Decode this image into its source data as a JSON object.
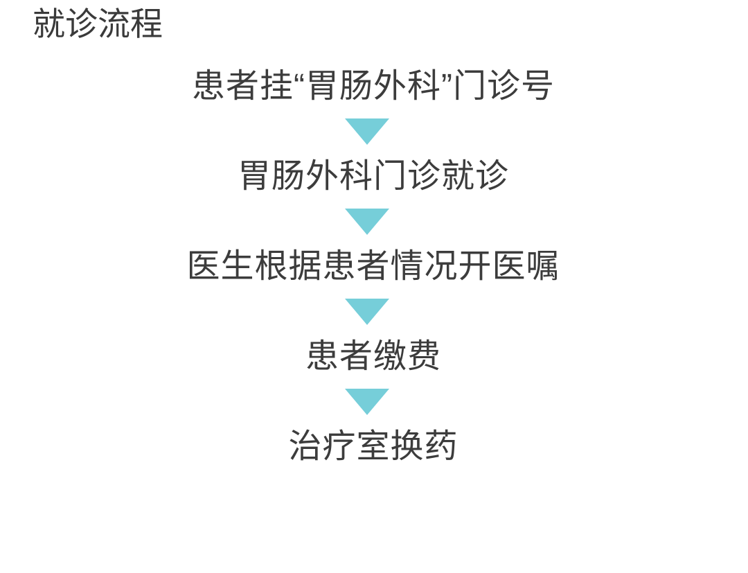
{
  "page": {
    "background_color": "#ffffff",
    "text_color": "#3c3c3c",
    "accent_color": "#76ced9"
  },
  "section": {
    "title": "就诊流程"
  },
  "flow": {
    "arrow_icon": "triangle-down-icon",
    "steps": [
      {
        "label": "患者挂“胃肠外科”门诊号"
      },
      {
        "label": "胃肠外科门诊就诊"
      },
      {
        "label": "医生根据患者情况开医嘱"
      },
      {
        "label": "患者缴费"
      },
      {
        "label": "治疗室换药"
      }
    ]
  }
}
